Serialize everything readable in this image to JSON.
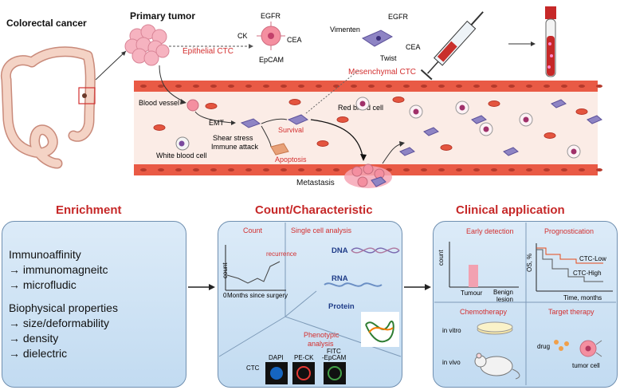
{
  "top": {
    "colorectal_cancer": "Colorectal cancer",
    "primary_tumor": "Primary tumor",
    "epithelial_ctc": "Epithelial CTC",
    "mesenchymal_ctc": "Mesenchymal CTC",
    "markers_epithelial": {
      "egfr": "EGFR",
      "ck": "CK",
      "cea": "CEA",
      "epcam": "EpCAM"
    },
    "markers_mesenchymal": {
      "vimenten": "Vimenten",
      "egfr": "EGFR",
      "cea": "CEA",
      "twist": "Twist"
    },
    "blood_vessel": "Blood vessel",
    "emt": "EMT",
    "shear_stress": "Shear stress",
    "immune_attack": "Immune attack",
    "white_blood_cell": "White blood cell",
    "survival": "Survival",
    "apoptosis": "Apoptosis",
    "red_blood_cell": "Red blood cell",
    "metastasis": "Metastasis"
  },
  "enrichment": {
    "title": "Enrichment",
    "immunoaffinity": "Immunoaffinity",
    "immunomagnetic": "immunomagneitc",
    "microfluidic": "microfludic",
    "biophysical": "Biophysical properties",
    "size": "size/deformability",
    "density": "density",
    "dielectric": "dielectric"
  },
  "count": {
    "title": "Count/Characteristic",
    "count_label": "Count",
    "single_cell": "Single cell analysis",
    "recurrence": "recurrence",
    "axis_count": "count",
    "axis_zero": "0",
    "axis_months": "Months since  surgery",
    "dna": "DNA",
    "rna": "RNA",
    "protein": "Protein",
    "phenotypic_1": "Phenotypic",
    "phenotypic_2": "analysis",
    "ctc": "CTC",
    "dapi": "DAPI",
    "pe_ck": "PE-CK",
    "fitc_1": "FITC",
    "fitc_2": "-EpCAM"
  },
  "clinical": {
    "title": "Clinical application",
    "early_detection": "Early detection",
    "prognostication": "Prognostication",
    "axis_count": "count",
    "tumour": "Tumour",
    "benign_1": "Benign",
    "benign_2": "lesion",
    "os": "OS, %",
    "ctc_low": "CTC-Low",
    "ctc_high": "CTC-High",
    "time": "Time, months",
    "chemotherapy": "Chemotherapy",
    "in_vitro": "in vitro",
    "in_vivo": "in vivo",
    "target_therapy": "Target therapy",
    "drug": "drug",
    "tumor_cell": "tumor cell"
  },
  "colors": {
    "accent_red": "#d32f2f",
    "vessel": "#e95a45",
    "panel": "#cfe3f5"
  }
}
